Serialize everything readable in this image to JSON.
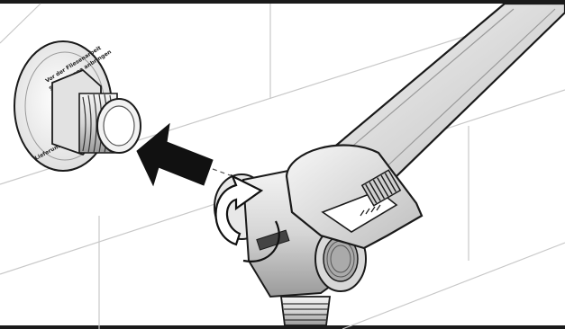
{
  "illustration": {
    "flange_text_line1": "Vor der Fliesenarbeit",
    "flange_text_line2": "Schutzkappe anbringen",
    "flange_text_bottom": "Lieferumfang nicht enthalten",
    "colors": {
      "outline": "#1a1a1a",
      "wall_line": "#c8c8c8",
      "metal_light": "#ededed",
      "metal_mid": "#cfcfcf",
      "metal_dark": "#8a8a8a"
    },
    "icons": [
      "wall-tile-grid",
      "flange-with-thread",
      "push-arrow-icon",
      "rotate-arrow-icon",
      "adjustable-wrench",
      "angle-valve"
    ]
  }
}
